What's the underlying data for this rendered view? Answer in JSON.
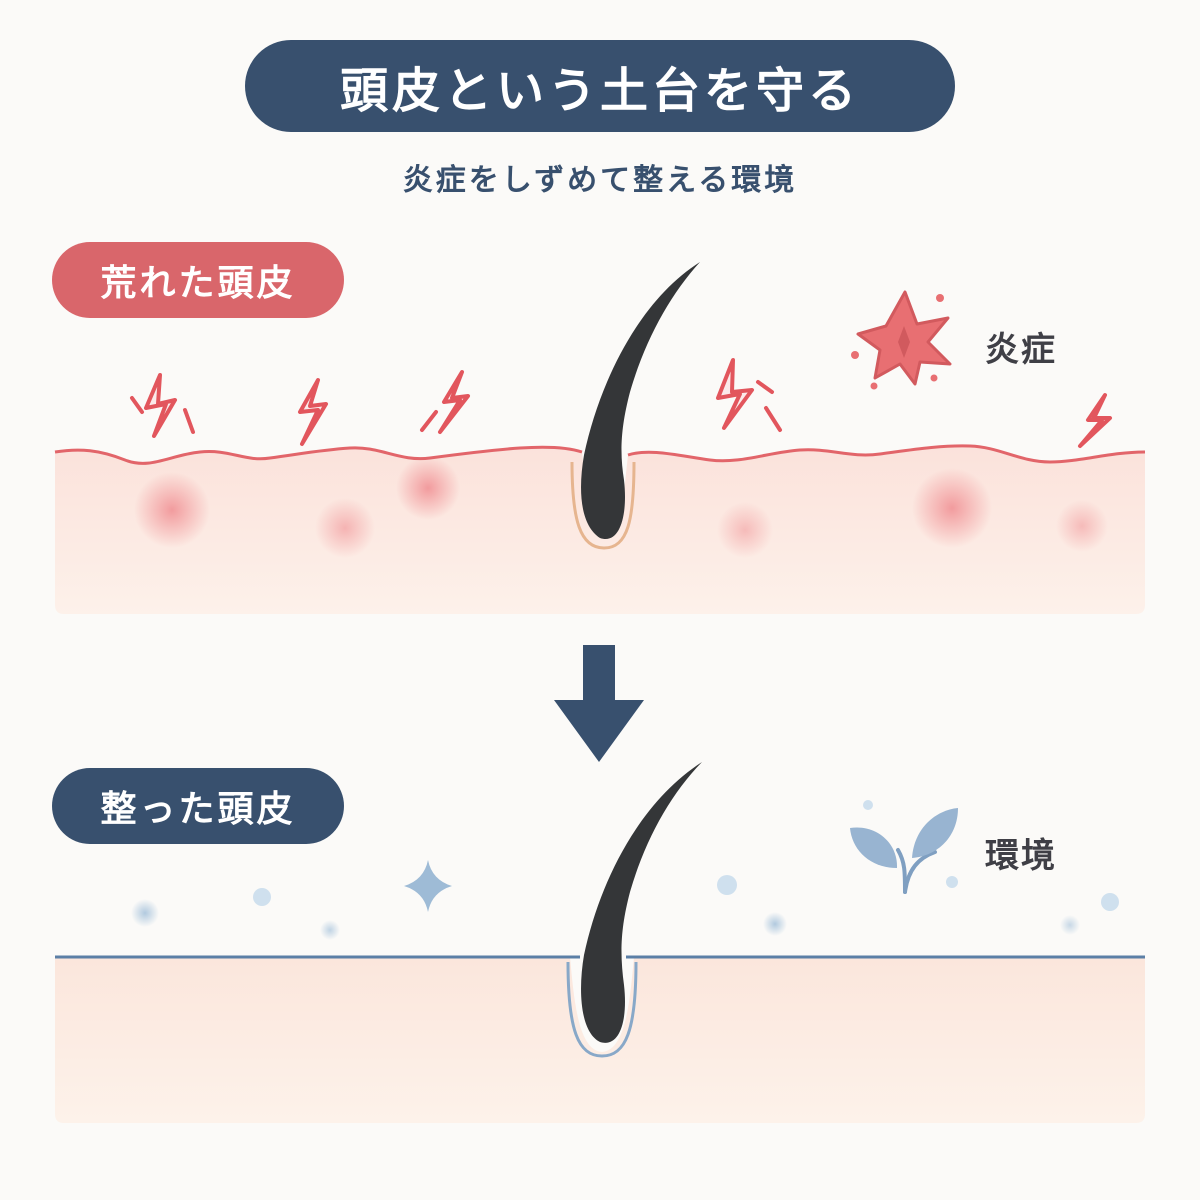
{
  "header": {
    "title": "頭皮という土台を守る",
    "subtitle": "炎症をしずめて整える環境"
  },
  "before": {
    "label": "荒れた頭皮",
    "callout": "炎症",
    "callout_icon": "inflammation-burst-icon",
    "accent_color": "#d9666b"
  },
  "after": {
    "label": "整った頭皮",
    "callout": "環境",
    "callout_icon": "leaf-sprout-icon",
    "accent_color": "#38506e"
  },
  "transition_icon": "arrow-down-icon"
}
